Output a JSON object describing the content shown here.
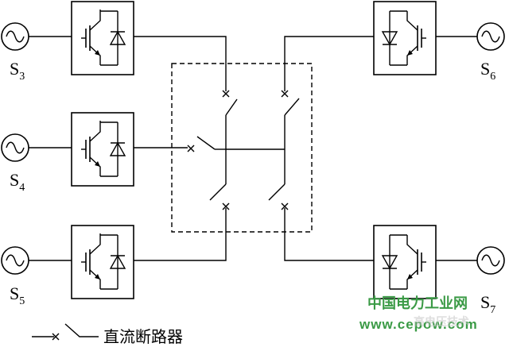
{
  "sources": {
    "s3": {
      "letter": "S",
      "sub": "3"
    },
    "s4": {
      "letter": "S",
      "sub": "4"
    },
    "s5": {
      "letter": "S",
      "sub": "5"
    },
    "s6": {
      "letter": "S",
      "sub": "6"
    },
    "s7": {
      "letter": "S",
      "sub": "7"
    }
  },
  "legend": {
    "label": "直流断路器"
  },
  "watermark": {
    "cn": "中国电力工业网",
    "url": "www.cepow.com",
    "faint": "高电压技术"
  },
  "colors": {
    "line": "#000000",
    "watermark_green": "#3a9a45",
    "watermark_gray": "#c8c8c8"
  }
}
